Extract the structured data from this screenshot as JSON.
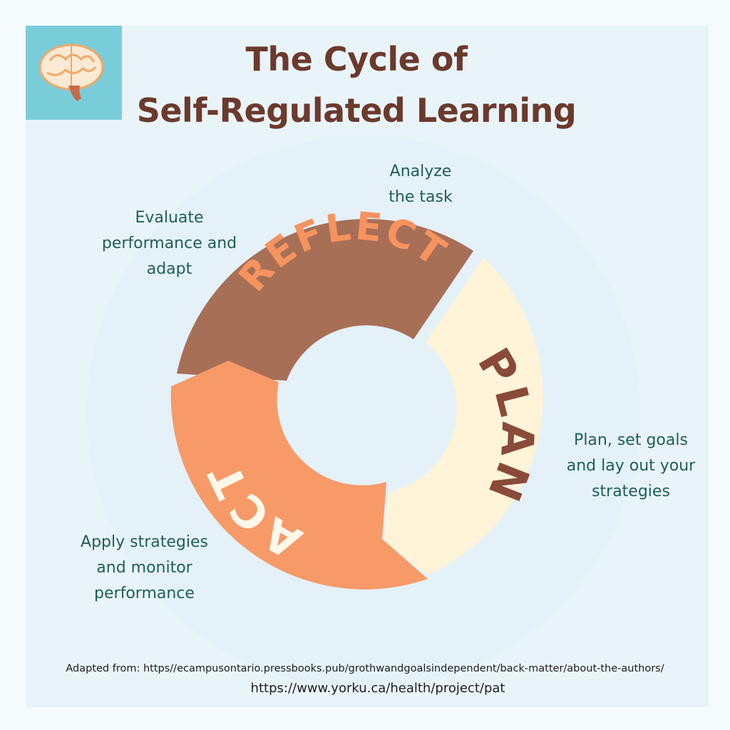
{
  "title": {
    "line1": "The Cycle of",
    "line2": "Self-Regulated Learning"
  },
  "cycle": {
    "reflect": {
      "label": "REFLECT",
      "color": "#a86f57",
      "text_color": "#f6935f"
    },
    "plan": {
      "label": "PLAN",
      "color": "#fff3d8",
      "text_color": "#8a4a3a"
    },
    "act": {
      "label": "ACT",
      "color": "#f79a68",
      "text_color": "#fff8ea"
    }
  },
  "notes": {
    "analyze": "Analyze\nthe task",
    "evaluate": "Evaluate\nperformance and\nadapt",
    "plan": "Plan, set goals\nand lay out your\nstrategies",
    "act": "Apply strategies\nand monitor\nperformance"
  },
  "credits": {
    "line1": "Adapted from: https//ecampusontario.pressbooks.pub/grothwandgoalsindependent/back-matter/about-the-authors/",
    "line2": "https://www.yorku.ca/health/project/pat"
  },
  "icons": {
    "logo": "brain-icon"
  },
  "colors": {
    "title": "#6b3a2c",
    "note_text": "#1f5e58",
    "logo_bg": "#79cdd9",
    "panel_bg": "#e9f4f9"
  }
}
